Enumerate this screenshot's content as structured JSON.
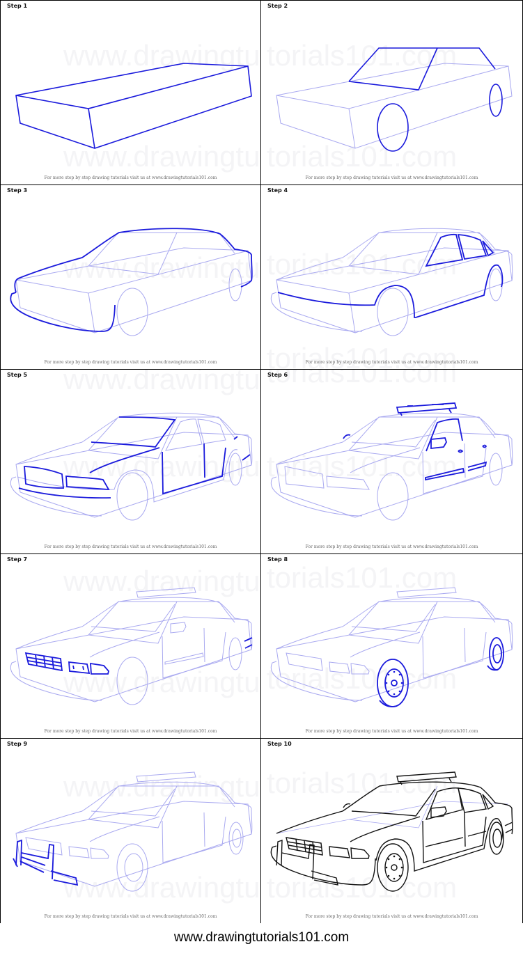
{
  "steps": [
    {
      "label": "Step 1"
    },
    {
      "label": "Step 2"
    },
    {
      "label": "Step 3"
    },
    {
      "label": "Step 4"
    },
    {
      "label": "Step 5"
    },
    {
      "label": "Step 6"
    },
    {
      "label": "Step 7"
    },
    {
      "label": "Step 8"
    },
    {
      "label": "Step 9"
    },
    {
      "label": "Step 10"
    }
  ],
  "credit": "For more step by step drawing tutorials visit us at www.drawingtutorials101.com",
  "watermark_left": "www.drawingtu",
  "watermark_right": "torials101.com",
  "footer": "www.drawingtutorials101.com",
  "colors": {
    "new_stroke": "#1a1adc",
    "guide_stroke": "#a9a9f0",
    "final_stroke": "#111111"
  }
}
